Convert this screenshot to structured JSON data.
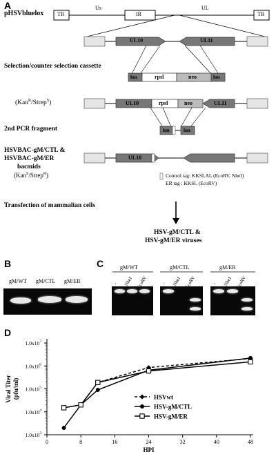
{
  "panel_a": {
    "letter": "A",
    "plasmid_label": "pHSVbluelox",
    "tr_left": "TR",
    "tr_right": "TR",
    "us_label": "Us",
    "ir_label": "IR",
    "ul_label": "UL",
    "gene_ul10": "UL10",
    "gene_ul11": "UL11",
    "cassette_label": "Selection/counter selection cassette",
    "hm": "hm",
    "rpsl": "rpsl",
    "neo": "neo",
    "resistance_1": "(Kan",
    "resistance_1_sup1": "R",
    "resistance_1_mid": "/Strep",
    "resistance_1_sup2": "S",
    "resistance_1_end": ")",
    "second_pcr": "2nd PCR fragment",
    "bacmid_line1": "HSVBAC-gM/CTL &",
    "bacmid_line2": "HSVBAC-gM/ER",
    "bacmid_line3": "bacmids",
    "bacmid_res_a": "(Kan",
    "bacmid_res_sup1": "S",
    "bacmid_res_mid": "/Strep",
    "bacmid_res_sup2": "R",
    "bacmid_res_end": ")",
    "control_tag": "Control tag: KKSLAL (EcoRV, NheI)",
    "er_tag": "ER tag : KKSL (EcoRV)",
    "transfection": "Transfection of mammalian cells",
    "viruses_line1": "HSV-gM/CTL &",
    "viruses_line2": "HSV-gM/ER viruses"
  },
  "panel_b": {
    "letter": "B",
    "lanes": [
      "gM/WT",
      "gM/CTL",
      "gM/ER"
    ]
  },
  "panel_c": {
    "letter": "C",
    "groups": [
      "gM/WT",
      "gM/CTL",
      "gM/ER"
    ],
    "lanes": [
      "-",
      "NheI",
      "EcoRV"
    ]
  },
  "panel_d": {
    "letter": "D",
    "chart_data": {
      "type": "line",
      "xlabel": "HPI",
      "ylabel_line1": "Viral Titer",
      "ylabel_line2": "(pfu/ml)",
      "xlim": [
        0,
        48
      ],
      "x_ticks": [
        "0",
        "8",
        "16",
        "24",
        "32",
        "40",
        "48"
      ],
      "y_scale": "log",
      "ylim": [
        1000,
        10000000
      ],
      "y_ticks": [
        {
          "base": "1.0x10",
          "exp": "3"
        },
        {
          "base": "1.0x10",
          "exp": "4"
        },
        {
          "base": "1.0x10",
          "exp": "5"
        },
        {
          "base": "1.0x10",
          "exp": "6"
        },
        {
          "base": "1.0x10",
          "exp": "7"
        }
      ],
      "series": [
        {
          "name": "HSVwt",
          "marker": "diamond",
          "dash": true,
          "x": [
            4,
            8,
            12,
            24,
            48
          ],
          "y": [
            15000,
            20000,
            190000,
            850000,
            2100000
          ]
        },
        {
          "name": "HSV-gM/CTL",
          "marker": "circle",
          "dash": false,
          "x": [
            4,
            8,
            12,
            24,
            48
          ],
          "y": [
            2000,
            20000,
            90000,
            650000,
            2200000
          ]
        },
        {
          "name": "HSV-gM/ER",
          "marker": "square",
          "dash": false,
          "x": [
            4,
            8,
            12,
            24,
            48
          ],
          "y": [
            15000,
            20000,
            190000,
            600000,
            1500000
          ]
        }
      ],
      "legend_position": "bottom-right"
    }
  }
}
